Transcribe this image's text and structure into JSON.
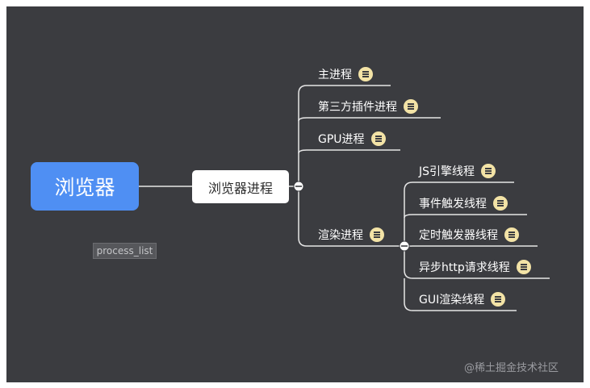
{
  "root": {
    "label": "浏览器"
  },
  "mid": {
    "label": "浏览器进程"
  },
  "tag": {
    "label": "process_list"
  },
  "processes": [
    {
      "label": "主进程"
    },
    {
      "label": "第三方插件进程"
    },
    {
      "label": "GPU进程"
    },
    {
      "label": "渲染进程"
    }
  ],
  "threads": [
    {
      "label": "JS引擎线程"
    },
    {
      "label": "事件触发线程"
    },
    {
      "label": "定时触发器线程"
    },
    {
      "label": "异步http请求线程"
    },
    {
      "label": "GUI渲染线程"
    }
  ],
  "watermark": "@稀土掘金技术社区",
  "colors": {
    "canvas": "#3b3c40",
    "root": "#4f8ff3",
    "note": "#f3e3a6",
    "line": "#e6e6e6"
  }
}
